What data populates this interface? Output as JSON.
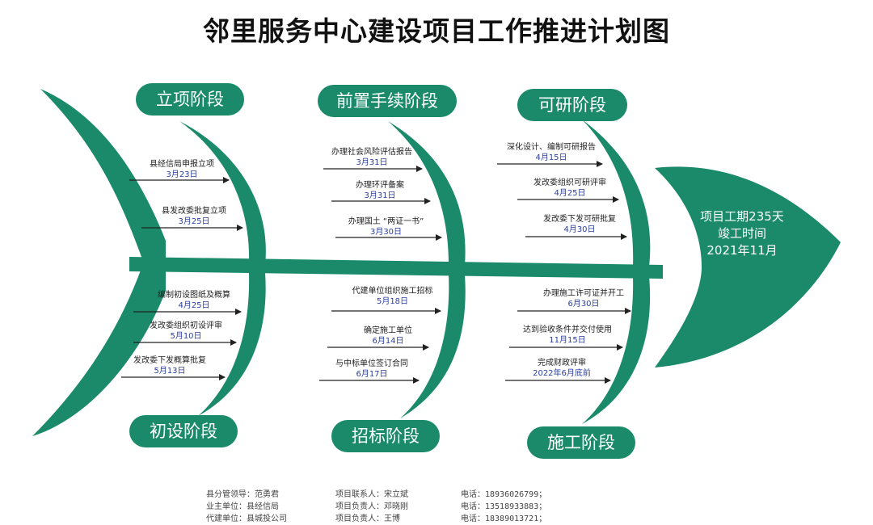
{
  "title": "邻里服务中心建设项目工作推进计划图",
  "colors": {
    "green": "#1a8a6a",
    "arrow": "#222222",
    "date": "#2b3fa0"
  },
  "head": {
    "line1": "项目工期235天",
    "line2": "竣工时间",
    "line3": "2021年11月"
  },
  "stages": {
    "s1": "立项阶段",
    "s2": "前置手续阶段",
    "s3": "可研阶段",
    "s4": "初设阶段",
    "s5": "招标阶段",
    "s6": "施工阶段"
  },
  "items": {
    "a1": {
      "label": "县经信局申报立项",
      "date": "3月23日"
    },
    "a2": {
      "label": "县发改委批复立项",
      "date": "3月25日"
    },
    "b1": {
      "label": "办理社会风险评估报告",
      "date": "3月31日"
    },
    "b2": {
      "label": "办理环评备案",
      "date": "3月31日"
    },
    "b3": {
      "label": "办理国土 “两证一书”",
      "date": "3月30日"
    },
    "c1": {
      "label": "深化设计、编制可研报告",
      "date": "4月15日"
    },
    "c2": {
      "label": "发改委组织可研评审",
      "date": "4月25日"
    },
    "c3": {
      "label": "发改委下发可研批复",
      "date": "4月30日"
    },
    "d1": {
      "label": "编制初设图纸及概算",
      "date": "4月25日"
    },
    "d2": {
      "label": "发改委组织初设评审",
      "date": "5月10日"
    },
    "d3": {
      "label": "发改委下发概算批复",
      "date": "5月13日"
    },
    "e1": {
      "label": "代建单位组织施工招标",
      "date": "5月18日"
    },
    "e2": {
      "label": "确定施工单位",
      "date": "6月14日"
    },
    "e3": {
      "label": "与中标单位签订合同",
      "date": "6月17日"
    },
    "f1": {
      "label": "办理施工许可证并开工",
      "date": "6月30日"
    },
    "f2": {
      "label": "达到验收条件并交付使用",
      "date": "11月15日"
    },
    "f3": {
      "label": "完成财政评审",
      "date": "2022年6月底前"
    }
  },
  "footer": {
    "r1c1": "县分管领导：范勇君",
    "r1c2": "项目联系人：宋立斌",
    "r1c3": "电话：18936026799；",
    "r2c1": "业主单位：县经信局",
    "r2c2": "项目负责人：邓晓刚",
    "r2c3": "电话：13518933883；",
    "r3c1": "代建单位：县城投公司",
    "r3c2": "项目负责人：王博",
    "r3c3": "电话：18389013721；"
  }
}
